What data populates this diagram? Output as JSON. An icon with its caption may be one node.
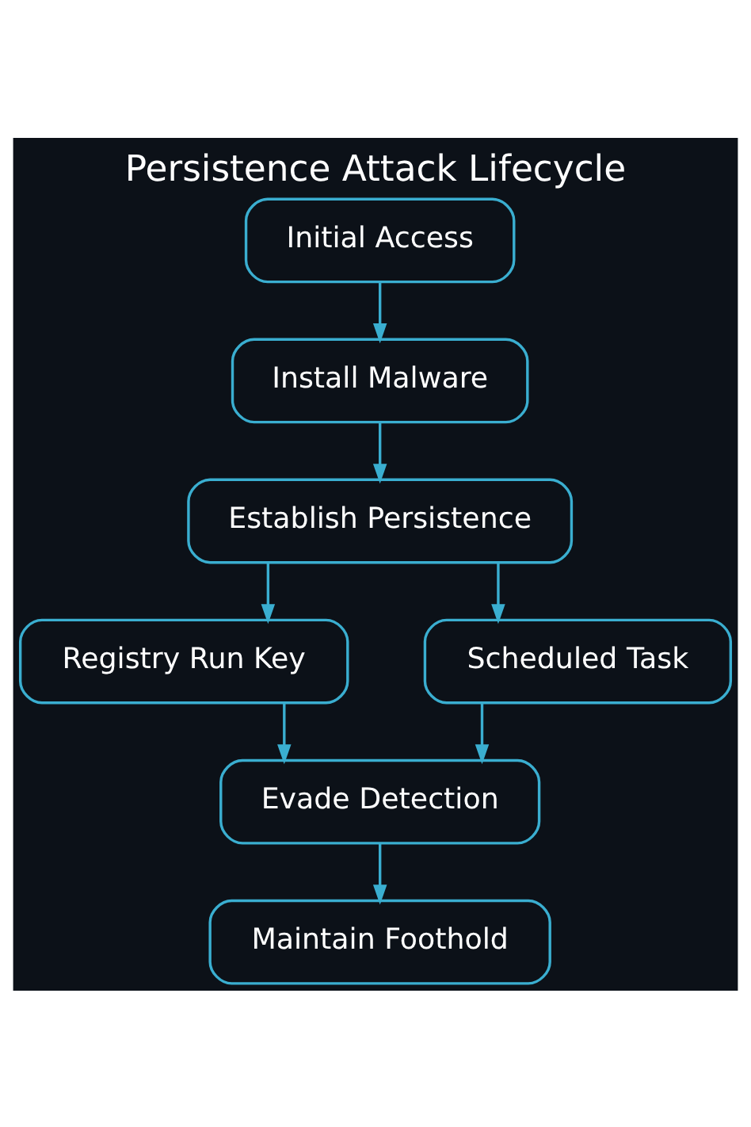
{
  "diagram": {
    "title": "Persistence Attack Lifecycle",
    "nodes": [
      {
        "text": [
          "Initial Access"
        ]
      },
      {
        "text": [
          "Install Malware"
        ]
      },
      {
        "text": [
          "Establish Persistence"
        ]
      },
      {
        "text": [
          "Registry Run Key"
        ]
      },
      {
        "text": [
          "Scheduled Task"
        ]
      },
      {
        "text": [
          "Evade Detection"
        ]
      },
      {
        "text": [
          "Maintain Foothold"
        ]
      }
    ],
    "edges": [
      {
        "from": 0,
        "to": 1,
        "arrow": "to"
      },
      {
        "from": 1,
        "to": 2,
        "arrow": "to"
      },
      {
        "from": 2,
        "to": 3,
        "arrow": "to"
      },
      {
        "from": 2,
        "to": 4,
        "arrow": "to"
      },
      {
        "from": 3,
        "to": 5,
        "arrow": "to"
      },
      {
        "from": 4,
        "to": 5,
        "arrow": "to"
      },
      {
        "from": 5,
        "to": 6,
        "arrow": "to"
      }
    ]
  }
}
